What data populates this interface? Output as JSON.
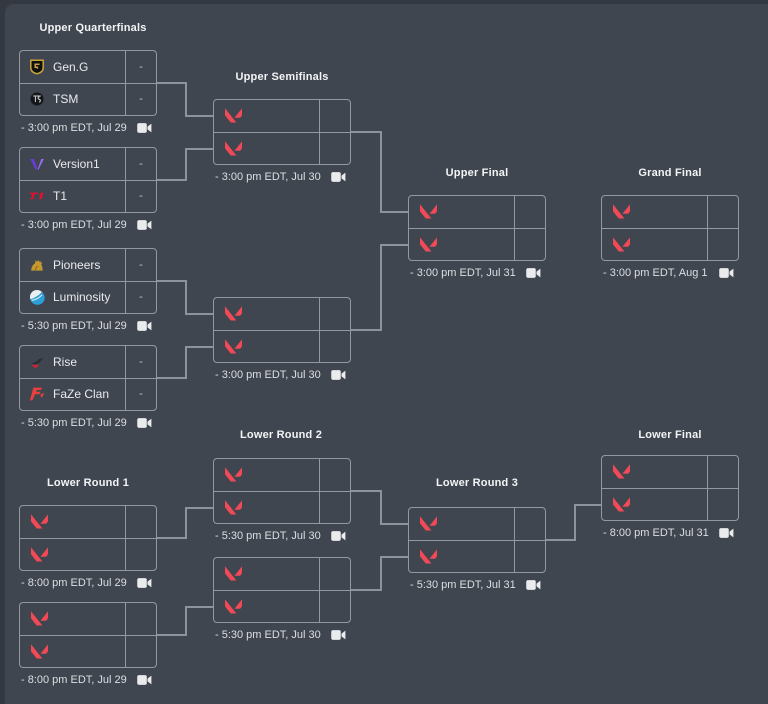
{
  "colors": {
    "background": "#404650",
    "background_outer": "#343941",
    "box_border": "#94999f",
    "connector": "#8d939a",
    "valorant_red": "#f24956",
    "camera_icon": "#e9ebed"
  },
  "rounds": {
    "uqf": "Upper Quarterfinals",
    "usf": "Upper Semifinals",
    "uf": "Upper Final",
    "gf": "Grand Final",
    "lr1": "Lower Round 1",
    "lr2": "Lower Round 2",
    "lr3": "Lower Round 3",
    "lf": "Lower Final"
  },
  "icons": {
    "stream": "video-camera-icon",
    "placeholder": "valorant-logo"
  },
  "matches": [
    {
      "id": "uqf1",
      "slots": [
        {
          "name": "Gen.G",
          "logo": "gen-g-logo",
          "score": "-"
        },
        {
          "name": "TSM",
          "logo": "tsm-logo",
          "score": "-"
        }
      ],
      "time": "- 3:00 pm EDT, Jul 29"
    },
    {
      "id": "uqf2",
      "slots": [
        {
          "name": "Version1",
          "logo": "version1-logo",
          "score": "-"
        },
        {
          "name": "T1",
          "logo": "t1-logo",
          "score": "-"
        }
      ],
      "time": "- 3:00 pm EDT, Jul 29"
    },
    {
      "id": "uqf3",
      "slots": [
        {
          "name": "Pioneers",
          "logo": "pioneers-logo",
          "score": "-"
        },
        {
          "name": "Luminosity",
          "logo": "luminosity-logo",
          "score": "-"
        }
      ],
      "time": "- 5:30 pm EDT, Jul 29"
    },
    {
      "id": "uqf4",
      "slots": [
        {
          "name": "Rise",
          "logo": "rise-logo",
          "score": "-"
        },
        {
          "name": "FaZe Clan",
          "logo": "faze-clan-logo",
          "score": "-"
        }
      ],
      "time": "- 5:30 pm EDT, Jul 29"
    },
    {
      "id": "usf1",
      "slots": [
        {
          "name": "",
          "logo": "valorant-logo",
          "score": ""
        },
        {
          "name": "",
          "logo": "valorant-logo",
          "score": ""
        }
      ],
      "time": "- 3:00 pm EDT, Jul 30"
    },
    {
      "id": "usf2",
      "slots": [
        {
          "name": "",
          "logo": "valorant-logo",
          "score": ""
        },
        {
          "name": "",
          "logo": "valorant-logo",
          "score": ""
        }
      ],
      "time": "- 3:00 pm EDT, Jul 30"
    },
    {
      "id": "uf",
      "slots": [
        {
          "name": "",
          "logo": "valorant-logo",
          "score": ""
        },
        {
          "name": "",
          "logo": "valorant-logo",
          "score": ""
        }
      ],
      "time": "- 3:00 pm EDT, Jul 31"
    },
    {
      "id": "gf",
      "slots": [
        {
          "name": "",
          "logo": "valorant-logo",
          "score": ""
        },
        {
          "name": "",
          "logo": "valorant-logo",
          "score": ""
        }
      ],
      "time": "- 3:00 pm EDT, Aug 1"
    },
    {
      "id": "lr1a",
      "slots": [
        {
          "name": "",
          "logo": "valorant-logo",
          "score": ""
        },
        {
          "name": "",
          "logo": "valorant-logo",
          "score": ""
        }
      ],
      "time": "- 8:00 pm EDT, Jul 29"
    },
    {
      "id": "lr1b",
      "slots": [
        {
          "name": "",
          "logo": "valorant-logo",
          "score": ""
        },
        {
          "name": "",
          "logo": "valorant-logo",
          "score": ""
        }
      ],
      "time": "- 8:00 pm EDT, Jul 29"
    },
    {
      "id": "lr2a",
      "slots": [
        {
          "name": "",
          "logo": "valorant-logo",
          "score": ""
        },
        {
          "name": "",
          "logo": "valorant-logo",
          "score": ""
        }
      ],
      "time": "- 5:30 pm EDT, Jul 30"
    },
    {
      "id": "lr2b",
      "slots": [
        {
          "name": "",
          "logo": "valorant-logo",
          "score": ""
        },
        {
          "name": "",
          "logo": "valorant-logo",
          "score": ""
        }
      ],
      "time": "- 5:30 pm EDT, Jul 30"
    },
    {
      "id": "lr3",
      "slots": [
        {
          "name": "",
          "logo": "valorant-logo",
          "score": ""
        },
        {
          "name": "",
          "logo": "valorant-logo",
          "score": ""
        }
      ],
      "time": "- 5:30 pm EDT, Jul 31"
    },
    {
      "id": "lf",
      "slots": [
        {
          "name": "",
          "logo": "valorant-logo",
          "score": ""
        },
        {
          "name": "",
          "logo": "valorant-logo",
          "score": ""
        }
      ],
      "time": "- 8:00 pm EDT, Jul 31"
    }
  ]
}
